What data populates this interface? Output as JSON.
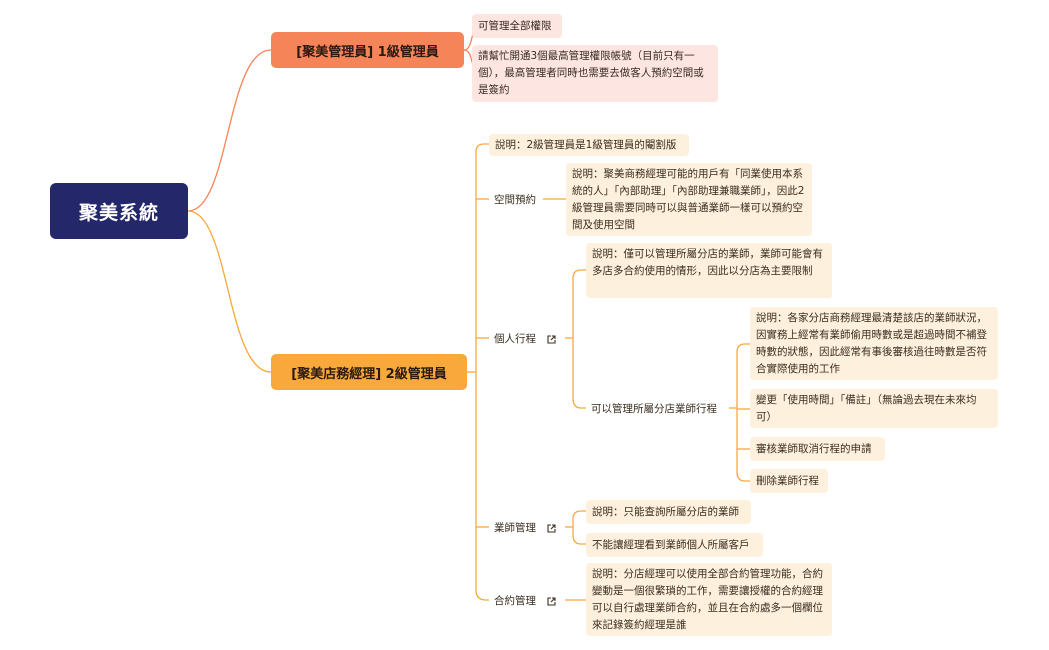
{
  "root": {
    "label": "聚美系統"
  },
  "branch1": {
    "label": "[聚美管理員] 1級管理員",
    "children": [
      "可管理全部權限",
      "請幫忙開通3個最高管理權限帳號（目前只有一個），最高管理者同時也需要去做客人預約空間或是簽約"
    ]
  },
  "branch2": {
    "label": "[聚美店務經理] 2級管理員",
    "note": "說明：2級管理員是1級管理員的閹割版",
    "space": {
      "label": "空間預約",
      "note": "說明：聚美商務經理可能的用戶有「同業使用本系統的人」「內部助理」「內部助理兼職業師」，因此2級管理員需要同時可以與普通業師一樣可以預約空間及使用空間"
    },
    "personal": {
      "label": "個人行程",
      "note": "說明：僅可以管理所屬分店的業師，業師可能會有多店多合約使用的情形，因此以分店為主要限制",
      "manage": {
        "label": "可以管理所屬分店業師行程",
        "items": [
          "說明：各家分店商務經理最清楚該店的業師狀況，因實務上經常有業師偷用時數或是超過時間不補登時數的狀態，因此經常有事後審核過往時數是否符合實際使用的工作",
          "變更「使用時間」「備註」（無論過去現在未來均可）",
          "審核業師取消行程的申請",
          "刪除業師行程"
        ]
      }
    },
    "teacher": {
      "label": "業師管理",
      "items": [
        "說明：只能查詢所屬分店的業師",
        "不能讓經理看到業師個人所屬客戶"
      ]
    },
    "contract": {
      "label": "合約管理",
      "note": "說明：分店經理可以使用全部合約管理功能，合約變動是一個很繁瑣的工作，需要讓授權的合約經理可以自行處理業師合約，並且在合約處多一個欄位來記錄簽約經理是誰"
    }
  },
  "colors": {
    "root": "#24286a",
    "branch1": "#f58458",
    "branch2": "#f9a83c"
  }
}
